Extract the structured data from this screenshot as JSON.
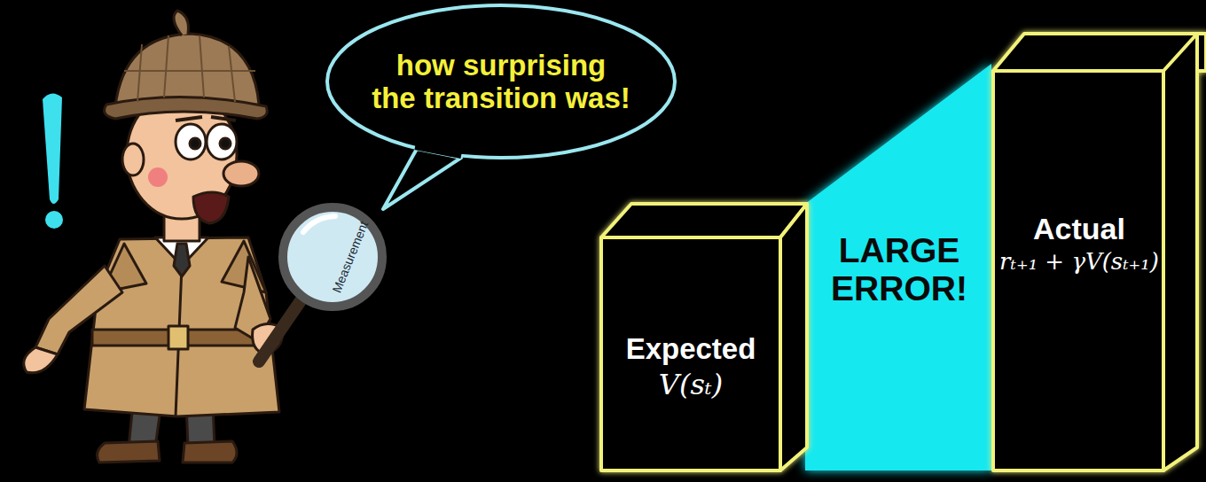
{
  "diagram": {
    "nodes": [
      {
        "text": [
          "how surprising the transition was!"
        ]
      },
      {
        "text": [
          "Expected",
          "V(sₜ)"
        ]
      },
      {
        "text": [
          "LARGE ERROR!"
        ]
      },
      {
        "text": [
          "Actual",
          "rₜ₊₁ + γV(sₜ₊₁)"
        ]
      }
    ],
    "labels": [
      "Measurement"
    ]
  }
}
